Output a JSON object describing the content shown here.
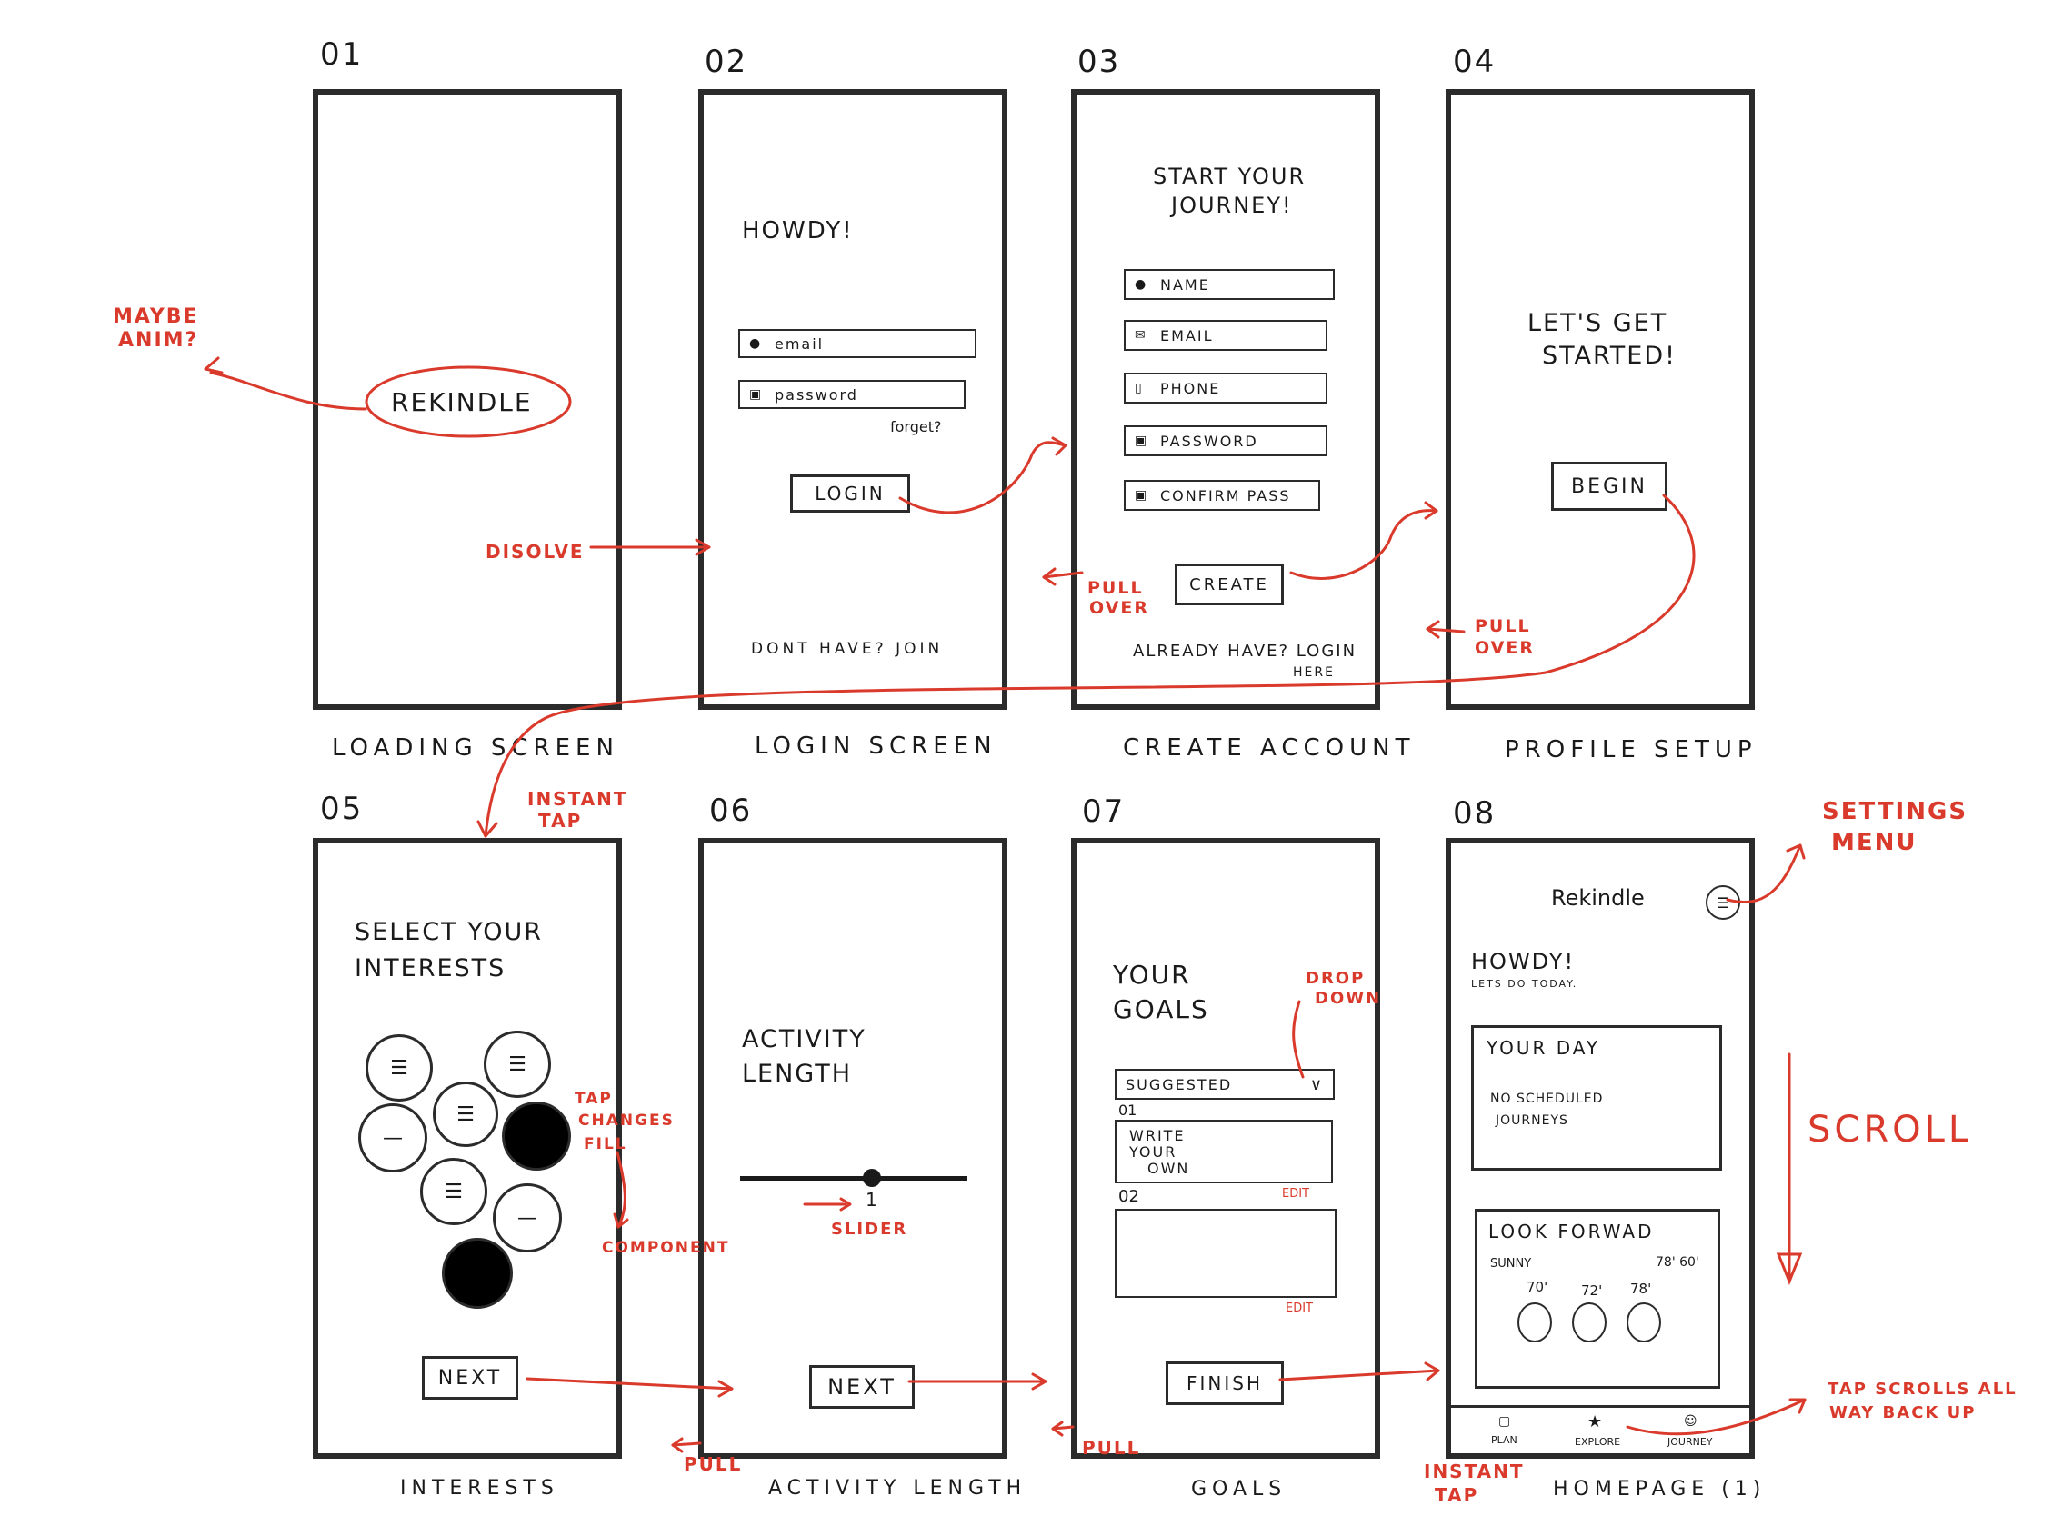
{
  "screens": [
    {
      "number": "01",
      "caption": "LOADING SCREEN"
    },
    {
      "number": "02",
      "caption": "LOGIN SCREEN"
    },
    {
      "number": "03",
      "caption": "CREATE ACCOUNT"
    },
    {
      "number": "04",
      "caption": "PROFILE SETUP"
    },
    {
      "number": "05",
      "caption": "INTERESTS"
    },
    {
      "number": "06",
      "caption": "ACTIVITY LENGTH"
    },
    {
      "number": "07",
      "caption": "GOALS"
    },
    {
      "number": "08",
      "caption": "HOMEPAGE (1)"
    }
  ],
  "s01": {
    "logo": "REKINDLE"
  },
  "s02": {
    "title": "HOWDY!",
    "email_placeholder": "email",
    "password_placeholder": "password",
    "forgot": "forget?",
    "login": "LOGIN",
    "join": "DONT HAVE? JOIN"
  },
  "s03": {
    "title_line1": "START YOUR",
    "title_line2": "JOURNEY!",
    "fields": [
      "NAME",
      "EMAIL",
      "PHONE",
      "PASSWORD",
      "CONFIRM PASS"
    ],
    "create": "CREATE",
    "login_line1": "ALREADY HAVE? LOGIN",
    "login_line2": "HERE"
  },
  "s04": {
    "title_line1": "LET'S GET",
    "title_line2": "STARTED!",
    "begin": "BEGIN"
  },
  "s05": {
    "title_line1": "SELECT YOUR",
    "title_line2": "INTERESTS",
    "next": "NEXT"
  },
  "s06": {
    "title_line1": "ACTIVITY",
    "title_line2": "LENGTH",
    "slider_value": "1",
    "next": "NEXT"
  },
  "s07": {
    "title_line1": "YOUR",
    "title_line2": "GOALS",
    "dropdown": "SUGGESTED",
    "goal1_num": "01",
    "goal1_text_l1": "WRITE",
    "goal1_text_l2": "YOUR",
    "goal1_text_l3": "OWN",
    "goal2_num": "02",
    "edit1": "EDIT",
    "edit2": "EDIT",
    "finish": "FINISH"
  },
  "s08": {
    "app_title": "Rekindle",
    "greeting": "HOWDY!",
    "sub": "LETS DO TODAY.",
    "day_title": "YOUR DAY",
    "day_l1": "NO SCHEDULED",
    "day_l2": "JOURNEYS",
    "forward_title": "LOOK FORWAD",
    "weather": "SUNNY",
    "range": "78' 60'",
    "temps": [
      "70'",
      "72'",
      "78'"
    ],
    "tabs": [
      "PLAN",
      "EXPLORE",
      "JOURNEY"
    ]
  },
  "annotations": {
    "maybe_anim_l1": "MAYBE",
    "maybe_anim_l2": "ANIM?",
    "disolve": "DISOLVE",
    "pull_over_a_l1": "PULL",
    "pull_over_a_l2": "OVER",
    "pull_over_b_l1": "PULL",
    "pull_over_b_l2": "OVER",
    "instant_tap_a_l1": "INSTANT",
    "instant_tap_a_l2": "TAP",
    "tap_changes_l1": "TAP",
    "tap_changes_l2": "CHANGES",
    "tap_changes_l3": "FILL",
    "component": "COMPONENT",
    "slider": "SLIDER",
    "drop_down_l1": "DROP",
    "drop_down_l2": "DOWN",
    "pull_a": "PULL",
    "pull_b": "PULL",
    "instant_tap_b_l1": "INSTANT",
    "instant_tap_b_l2": "TAP",
    "settings_l1": "SETTINGS",
    "settings_l2": "MENU",
    "scroll": "SCROLL",
    "tap_scrolls_l1": "TAP SCROLLS ALL",
    "tap_scrolls_l2": "WAY BACK UP"
  },
  "colors": {
    "ink": "#2b2b2b",
    "annotation": "#d93a2b"
  }
}
